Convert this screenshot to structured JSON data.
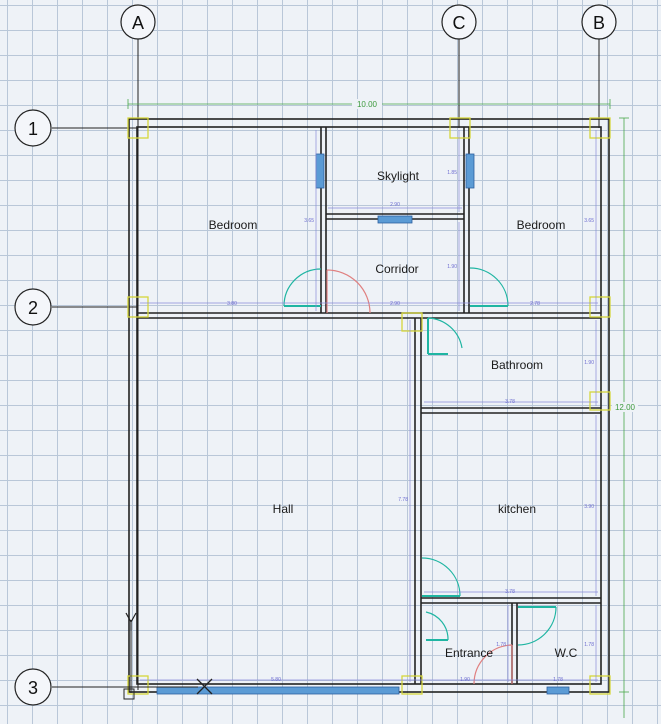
{
  "axes": {
    "columns": [
      "A",
      "C",
      "B"
    ],
    "rows": [
      "1",
      "2",
      "3"
    ]
  },
  "rooms": {
    "bedroom_left": "Bedroom",
    "skylight": "Skylight",
    "bedroom_right": "Bedroom",
    "corridor": "Corridor",
    "bathroom": "Bathroom",
    "hall": "Hall",
    "kitchen": "kitchen",
    "entrance": "Entrance",
    "wc": "W.C"
  },
  "overall_dimensions": {
    "width": "10.00",
    "height": "12.00"
  },
  "dimensions": {
    "skylight_height": "1.85",
    "skylight_width": "2.90",
    "bedroom_left_height": "3.65",
    "bedroom_right_height": "3.65",
    "corridor_height": "1.90",
    "bedroom_left_width": "3.80",
    "corridor_width": "2.90",
    "bedroom_right_width": "2.78",
    "bathroom_height": "1.90",
    "bathroom_width": "3.78",
    "hall_height": "7.78",
    "kitchen_height": "3.90",
    "kitchen_width": "3.78",
    "entrance_height": "1.78",
    "wc_height": "1.78",
    "hall_width": "5.80",
    "entrance_width": "1.90",
    "wc_width": "1.78"
  },
  "colors": {
    "wall": "#222222",
    "grid": "#b9c7d8",
    "background": "#eef2f7",
    "column_marker": "#d6d63a",
    "door": "#1fb5a2",
    "window": "#5b9bd5",
    "dimension": "#8a8ad8",
    "overall_dimension": "#4aa84a"
  },
  "icons": {
    "ucs": "ucs-xy-icon"
  }
}
